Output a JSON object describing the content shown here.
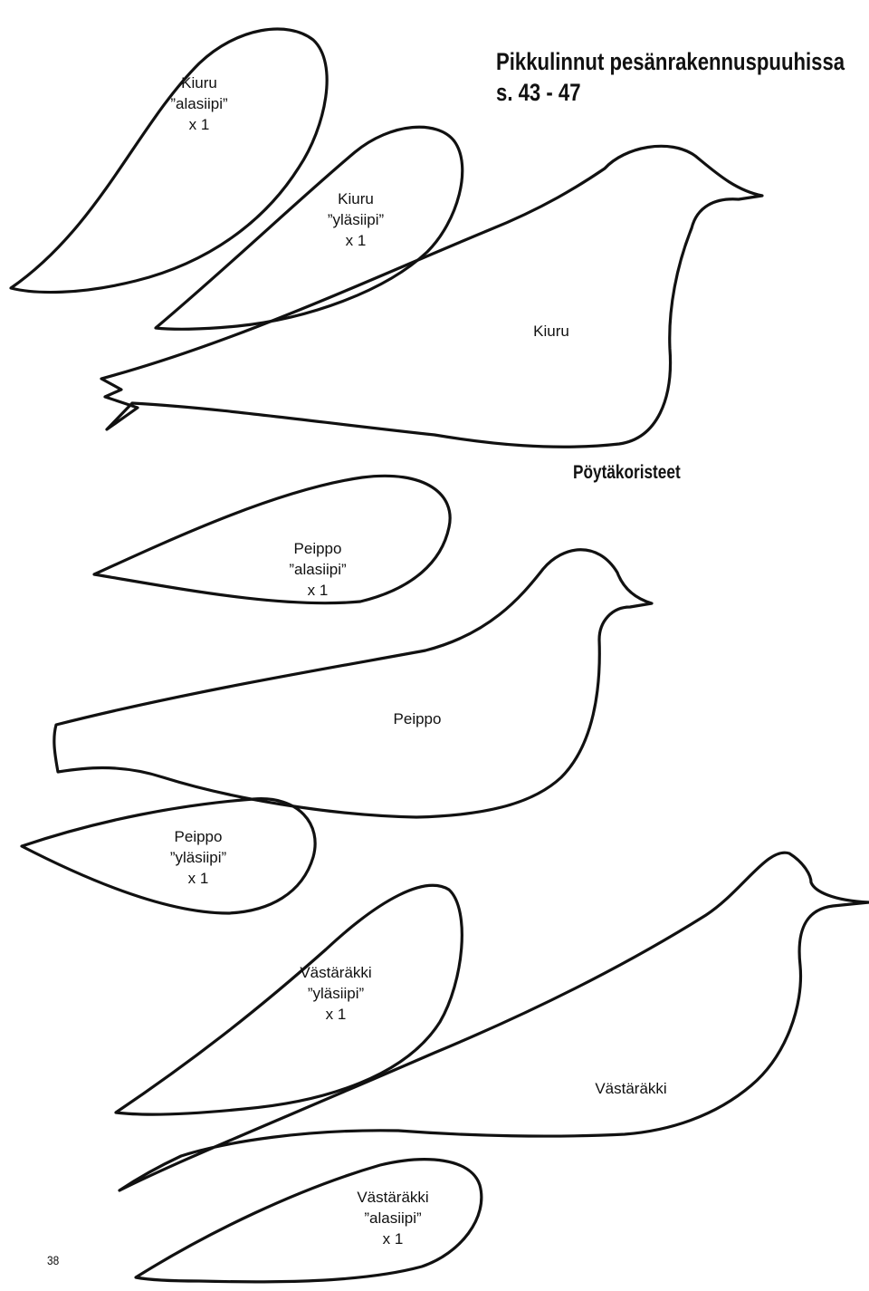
{
  "header": {
    "title": "Pikkulinnut pesänrakennuspuuhissa",
    "pages": "s. 43 - 47",
    "section": "Pöytäkoristeet"
  },
  "templates": {
    "kiuru_alasiipi": {
      "name": "Kiuru",
      "part": "”alasiipi”",
      "count": "x 1"
    },
    "kiuru_ylasiipi": {
      "name": "Kiuru",
      "part": "”yläsiipi”",
      "count": "x 1"
    },
    "kiuru_body": {
      "name": "Kiuru"
    },
    "peippo_alasiipi": {
      "name": "Peippo",
      "part": "”alasiipi”",
      "count": "x 1"
    },
    "peippo_body": {
      "name": "Peippo"
    },
    "peippo_ylasiipi": {
      "name": "Peippo",
      "part": "”yläsiipi”",
      "count": "x 1"
    },
    "vastarakki_ylasiipi": {
      "name": "Västäräkki",
      "part": "”yläsiipi”",
      "count": "x 1"
    },
    "vastarakki_body": {
      "name": "Västäräkki"
    },
    "vastarakki_alasiipi": {
      "name": "Västäräkki",
      "part": "”alasiipi”",
      "count": "x 1"
    }
  },
  "footer": {
    "page_number": "38"
  }
}
